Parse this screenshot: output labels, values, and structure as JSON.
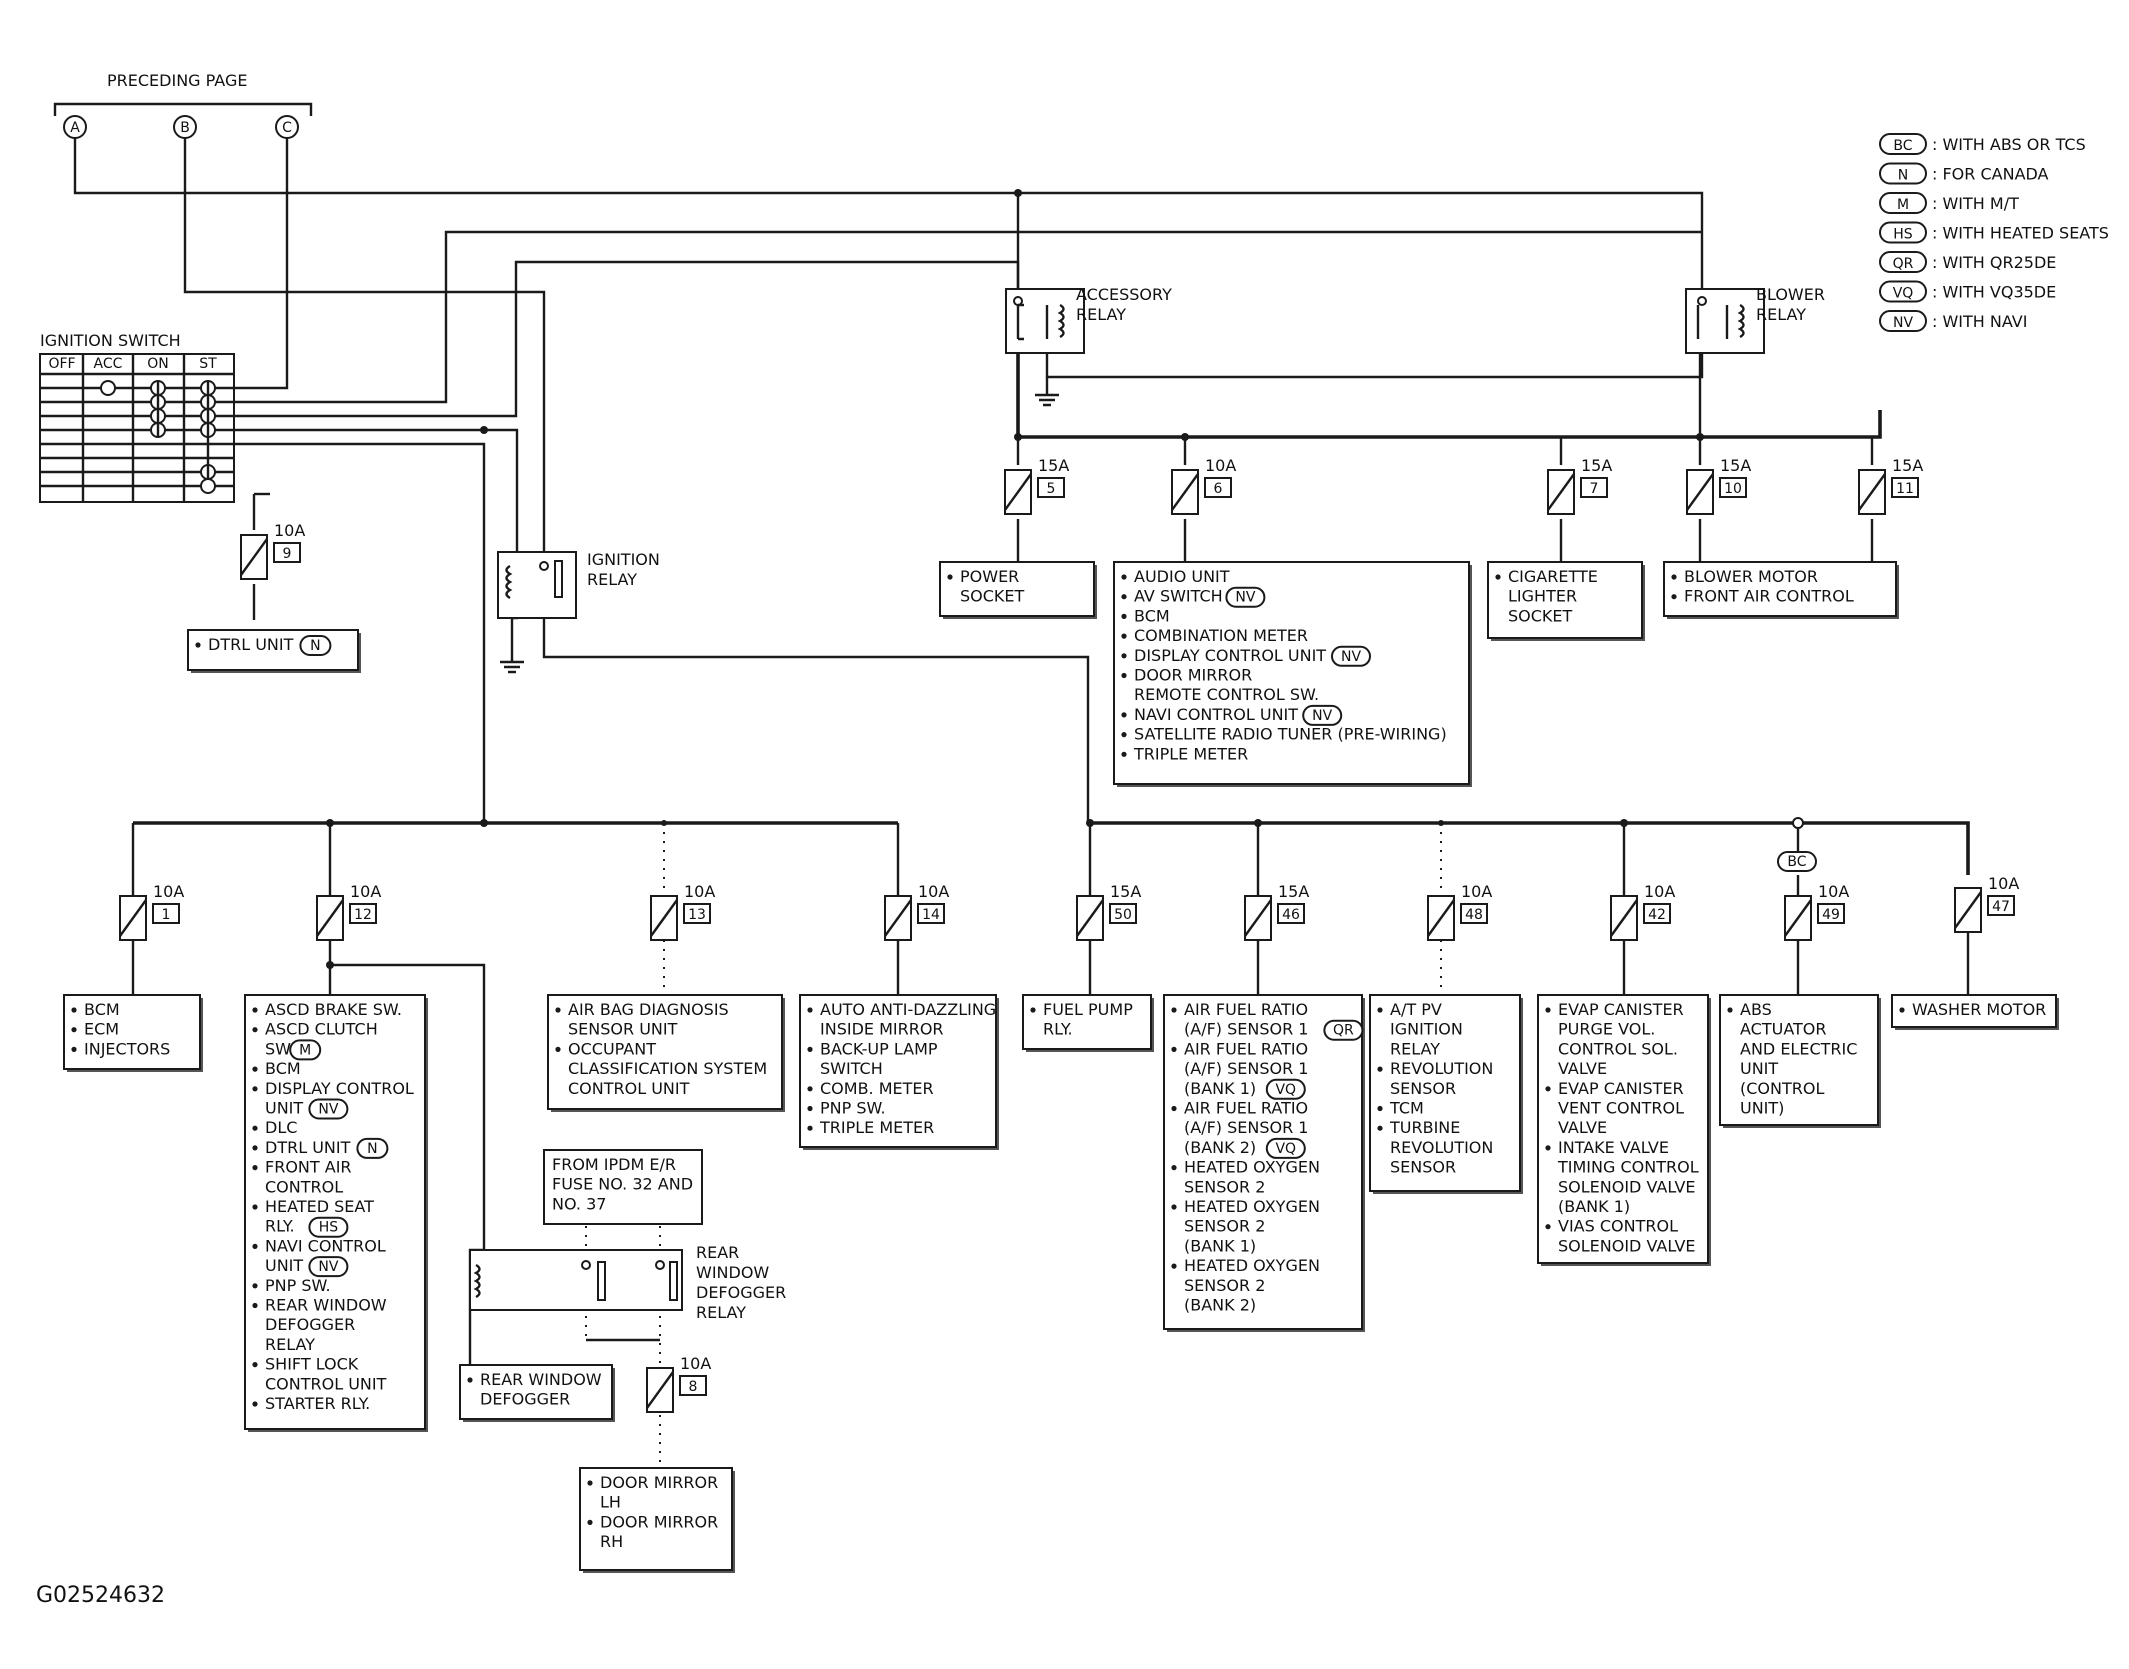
{
  "preceding_page": "PRECEDING PAGE",
  "connectors": [
    "A",
    "B",
    "C"
  ],
  "ignition_switch": {
    "title": "IGNITION SWITCH",
    "columns": [
      "OFF",
      "ACC",
      "ON",
      "ST"
    ]
  },
  "relays": {
    "accessory": [
      "ACCESSORY",
      "RELAY"
    ],
    "blower": [
      "BLOWER",
      "RELAY"
    ],
    "ignition": [
      "IGNITION",
      "RELAY"
    ],
    "rear_defogger": [
      "REAR",
      "WINDOW",
      "DEFOGGER",
      "RELAY"
    ]
  },
  "legend": [
    {
      "code": "BC",
      "text": ": WITH ABS OR TCS"
    },
    {
      "code": "N",
      "text": ": FOR CANADA"
    },
    {
      "code": "M",
      "text": ": WITH M/T"
    },
    {
      "code": "HS",
      "text": ": WITH HEATED SEATS"
    },
    {
      "code": "QR",
      "text": ": WITH QR25DE"
    },
    {
      "code": "VQ",
      "text": ": WITH VQ35DE"
    },
    {
      "code": "NV",
      "text": ": WITH NAVI"
    }
  ],
  "fuses": [
    {
      "id": "f9",
      "amp": "10A",
      "num": "9"
    },
    {
      "id": "f5",
      "amp": "15A",
      "num": "5"
    },
    {
      "id": "f6",
      "amp": "10A",
      "num": "6"
    },
    {
      "id": "f7",
      "amp": "15A",
      "num": "7"
    },
    {
      "id": "f10",
      "amp": "15A",
      "num": "10"
    },
    {
      "id": "f11",
      "amp": "15A",
      "num": "11"
    },
    {
      "id": "f1",
      "amp": "10A",
      "num": "1"
    },
    {
      "id": "f12",
      "amp": "10A",
      "num": "12"
    },
    {
      "id": "f13",
      "amp": "10A",
      "num": "13"
    },
    {
      "id": "f14",
      "amp": "10A",
      "num": "14"
    },
    {
      "id": "f50",
      "amp": "15A",
      "num": "50"
    },
    {
      "id": "f46",
      "amp": "15A",
      "num": "46"
    },
    {
      "id": "f48",
      "amp": "10A",
      "num": "48"
    },
    {
      "id": "f42",
      "amp": "10A",
      "num": "42"
    },
    {
      "id": "f49",
      "amp": "10A",
      "num": "49"
    },
    {
      "id": "f47",
      "amp": "10A",
      "num": "47"
    },
    {
      "id": "f8",
      "amp": "10A",
      "num": "8"
    }
  ],
  "loads": [
    {
      "id": "dtrl",
      "lines": [
        {
          "b": true,
          "t": "DTRL UNIT",
          "tag": "N"
        }
      ]
    },
    {
      "id": "power",
      "lines": [
        {
          "b": true,
          "t": "POWER"
        },
        {
          "t": "SOCKET"
        }
      ]
    },
    {
      "id": "audio",
      "lines": [
        {
          "b": true,
          "t": "AUDIO UNIT"
        },
        {
          "b": true,
          "t": "AV SWITCH",
          "tag": "NV"
        },
        {
          "b": true,
          "t": "BCM"
        },
        {
          "b": true,
          "t": "COMBINATION METER"
        },
        {
          "b": true,
          "t": "DISPLAY CONTROL UNIT",
          "tag": "NV"
        },
        {
          "b": true,
          "t": "DOOR MIRROR"
        },
        {
          "t": "REMOTE CONTROL SW."
        },
        {
          "b": true,
          "t": "NAVI CONTROL UNIT",
          "tag": "NV"
        },
        {
          "b": true,
          "t": "SATELLITE RADIO TUNER (PRE-WIRING)"
        },
        {
          "b": true,
          "t": "TRIPLE METER"
        }
      ]
    },
    {
      "id": "cig",
      "lines": [
        {
          "b": true,
          "t": "CIGARETTE"
        },
        {
          "t": "LIGHTER"
        },
        {
          "t": "SOCKET"
        }
      ]
    },
    {
      "id": "blower",
      "lines": [
        {
          "b": true,
          "t": "BLOWER MOTOR"
        },
        {
          "b": true,
          "t": "FRONT AIR CONTROL"
        }
      ]
    },
    {
      "id": "bcm",
      "lines": [
        {
          "b": true,
          "t": "BCM"
        },
        {
          "b": true,
          "t": "ECM"
        },
        {
          "b": true,
          "t": "INJECTORS"
        }
      ]
    },
    {
      "id": "ascd",
      "lines": [
        {
          "b": true,
          "t": "ASCD BRAKE SW."
        },
        {
          "b": true,
          "t": "ASCD CLUTCH"
        },
        {
          "t": "SW",
          "tag": "M"
        },
        {
          "b": true,
          "t": "BCM"
        },
        {
          "b": true,
          "t": "DISPLAY CONTROL"
        },
        {
          "t": "UNIT",
          "tag": "NV"
        },
        {
          "b": true,
          "t": "DLC"
        },
        {
          "b": true,
          "t": "DTRL UNIT",
          "tag": "N"
        },
        {
          "b": true,
          "t": "FRONT AIR"
        },
        {
          "t": "CONTROL"
        },
        {
          "b": true,
          "t": "HEATED SEAT"
        },
        {
          "t": "RLY.",
          "tag": "HS"
        },
        {
          "b": true,
          "t": "NAVI CONTROL"
        },
        {
          "t": "UNIT",
          "tag": "NV"
        },
        {
          "b": true,
          "t": "PNP SW."
        },
        {
          "b": true,
          "t": "REAR WINDOW"
        },
        {
          "t": "DEFOGGER"
        },
        {
          "t": "RELAY"
        },
        {
          "b": true,
          "t": "SHIFT LOCK"
        },
        {
          "t": "CONTROL UNIT"
        },
        {
          "b": true,
          "t": "STARTER RLY."
        }
      ]
    },
    {
      "id": "airbag",
      "lines": [
        {
          "b": true,
          "t": "AIR BAG DIAGNOSIS"
        },
        {
          "t": "SENSOR UNIT"
        },
        {
          "b": true,
          "t": "OCCUPANT"
        },
        {
          "t": "CLASSIFICATION SYSTEM"
        },
        {
          "t": "CONTROL UNIT"
        }
      ]
    },
    {
      "id": "auto",
      "lines": [
        {
          "b": true,
          "t": "AUTO ANTI-DAZZLING"
        },
        {
          "t": "INSIDE MIRROR"
        },
        {
          "b": true,
          "t": "BACK-UP LAMP"
        },
        {
          "t": "SWITCH"
        },
        {
          "b": true,
          "t": "COMB. METER"
        },
        {
          "b": true,
          "t": "PNP SW."
        },
        {
          "b": true,
          "t": "TRIPLE METER"
        }
      ]
    },
    {
      "id": "fuelpump",
      "lines": [
        {
          "b": true,
          "t": "FUEL PUMP"
        },
        {
          "t": "RLY."
        }
      ]
    },
    {
      "id": "airfuel",
      "lines": [
        {
          "b": true,
          "t": "AIR FUEL RATIO"
        },
        {
          "t": "(A/F) SENSOR 1",
          "tag": "QR"
        },
        {
          "b": true,
          "t": "AIR FUEL RATIO"
        },
        {
          "t": "(A/F) SENSOR 1"
        },
        {
          "t": "(BANK 1)",
          "tag": "VQ"
        },
        {
          "b": true,
          "t": "AIR FUEL RATIO"
        },
        {
          "t": "(A/F) SENSOR 1"
        },
        {
          "t": "(BANK 2)",
          "tag": "VQ"
        },
        {
          "b": true,
          "t": "HEATED OXYGEN"
        },
        {
          "t": "SENSOR 2"
        },
        {
          "b": true,
          "t": "HEATED OXYGEN"
        },
        {
          "t": "SENSOR 2"
        },
        {
          "t": "(BANK 1)"
        },
        {
          "b": true,
          "t": "HEATED OXYGEN"
        },
        {
          "t": "SENSOR 2"
        },
        {
          "t": "(BANK 2)"
        }
      ]
    },
    {
      "id": "atpv",
      "lines": [
        {
          "b": true,
          "t": "A/T PV"
        },
        {
          "t": "IGNITION"
        },
        {
          "t": "RELAY"
        },
        {
          "b": true,
          "t": "REVOLUTION"
        },
        {
          "t": "SENSOR"
        },
        {
          "b": true,
          "t": "TCM"
        },
        {
          "b": true,
          "t": "TURBINE"
        },
        {
          "t": "REVOLUTION"
        },
        {
          "t": "SENSOR"
        }
      ]
    },
    {
      "id": "evap",
      "lines": [
        {
          "b": true,
          "t": "EVAP CANISTER"
        },
        {
          "t": "PURGE VOL."
        },
        {
          "t": "CONTROL SOL."
        },
        {
          "t": "VALVE"
        },
        {
          "b": true,
          "t": "EVAP CANISTER"
        },
        {
          "t": "VENT CONTROL"
        },
        {
          "t": "VALVE"
        },
        {
          "b": true,
          "t": "INTAKE VALVE"
        },
        {
          "t": "TIMING CONTROL"
        },
        {
          "t": "SOLENOID VALVE"
        },
        {
          "t": "(BANK 1)"
        },
        {
          "b": true,
          "t": "VIAS CONTROL"
        },
        {
          "t": "SOLENOID VALVE"
        }
      ]
    },
    {
      "id": "abs",
      "lines": [
        {
          "b": true,
          "t": "ABS"
        },
        {
          "t": "ACTUATOR"
        },
        {
          "t": "AND ELECTRIC"
        },
        {
          "t": "UNIT"
        },
        {
          "t": "(CONTROL"
        },
        {
          "t": "UNIT)"
        }
      ]
    },
    {
      "id": "washer",
      "lines": [
        {
          "b": true,
          "t": "WASHER MOTOR"
        }
      ]
    },
    {
      "id": "ipdm",
      "lines": [
        {
          "t": "FROM IPDM E/R"
        },
        {
          "t": "FUSE NO. 32 AND"
        },
        {
          "t": "NO. 37"
        }
      ]
    },
    {
      "id": "reardef",
      "lines": [
        {
          "b": true,
          "t": "REAR WINDOW"
        },
        {
          "t": "DEFOGGER"
        }
      ]
    },
    {
      "id": "doormirror",
      "lines": [
        {
          "b": true,
          "t": "DOOR MIRROR"
        },
        {
          "t": "LH"
        },
        {
          "b": true,
          "t": "DOOR MIRROR"
        },
        {
          "t": "RH"
        }
      ]
    }
  ],
  "bc_tag": "BC",
  "figure_id": "G02524632"
}
